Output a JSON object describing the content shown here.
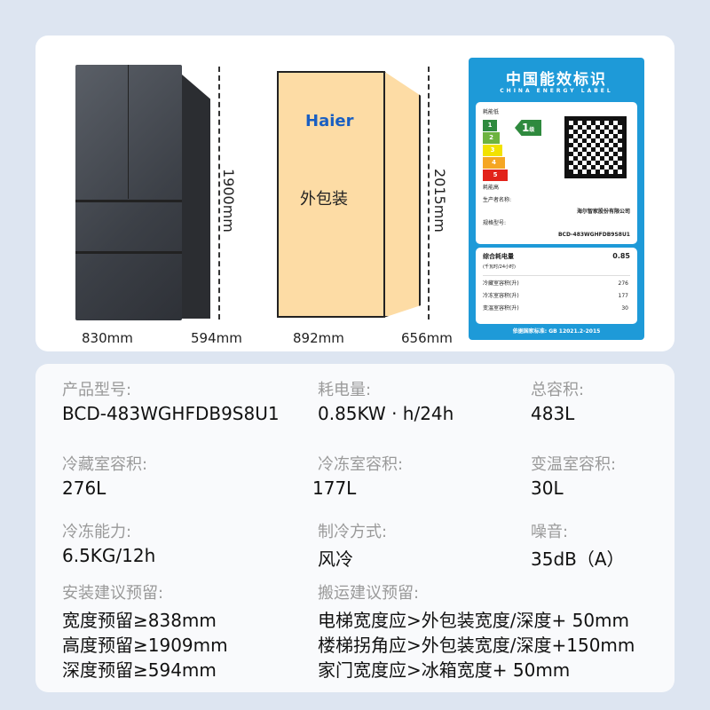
{
  "dimensions": {
    "fridge_width": "830mm",
    "fridge_depth": "594mm",
    "fridge_height": "1900mm",
    "pack_width": "892mm",
    "pack_depth": "656mm",
    "pack_height": "2015mm",
    "pack_label": "外包装",
    "brand": "Haier"
  },
  "energy_label": {
    "title": "中国能效标识",
    "subtitle": "CHINA ENERGY LABEL",
    "low": "耗能低",
    "high": "耗能高",
    "grades": [
      "1",
      "2",
      "3",
      "4",
      "5"
    ],
    "grade_colors": [
      "#2f8a3e",
      "#6db33f",
      "#f2e200",
      "#f5a623",
      "#e2231a"
    ],
    "rating": "1",
    "rating_unit": "级",
    "maker_key": "生产者名称:",
    "maker": "海尔智家股份有限公司",
    "model_key": "规格型号:",
    "model": "BCD-483WGHFDB9S8U1",
    "consumption_key": "综合耗电量",
    "consumption_unit": "(千瓦时/24小时)",
    "consumption": "0.85",
    "rows": [
      {
        "k": "冷藏室容积(升)",
        "v": "276"
      },
      {
        "k": "冷冻室容积(升)",
        "v": "177"
      },
      {
        "k": "变温室容积(升)",
        "v": "30"
      }
    ],
    "standard": "依据国家标准: GB 12021.2-2015"
  },
  "specs": [
    {
      "k": "产品型号:",
      "v": "BCD-483WGHFDB9S8U1"
    },
    {
      "k": "耗电量:",
      "v": "0.85KW · h/24h"
    },
    {
      "k": "总容积:",
      "v": "483L"
    },
    {
      "k": "冷藏室容积:",
      "v": "276L"
    },
    {
      "k": "冷冻室容积:",
      "v": "177L"
    },
    {
      "k": "变温室容积:",
      "v": "30L"
    },
    {
      "k": "冷冻能力:",
      "v": "6.5KG/12h"
    },
    {
      "k": "制冷方式:",
      "v": "风冷"
    },
    {
      "k": "噪音:",
      "v": "35dB（A）"
    }
  ],
  "install": {
    "title": "安装建议预留:",
    "lines": [
      "宽度预留≥838mm",
      "高度预留≥1909mm",
      "深度预留≥594mm"
    ]
  },
  "transport": {
    "title": "搬运建议预留:",
    "lines": [
      "电梯宽度应>外包装宽度/深度+ 50mm",
      "楼梯拐角应>外包装宽度/深度+150mm",
      "家门宽度应>冰箱宽度+ 50mm"
    ]
  }
}
